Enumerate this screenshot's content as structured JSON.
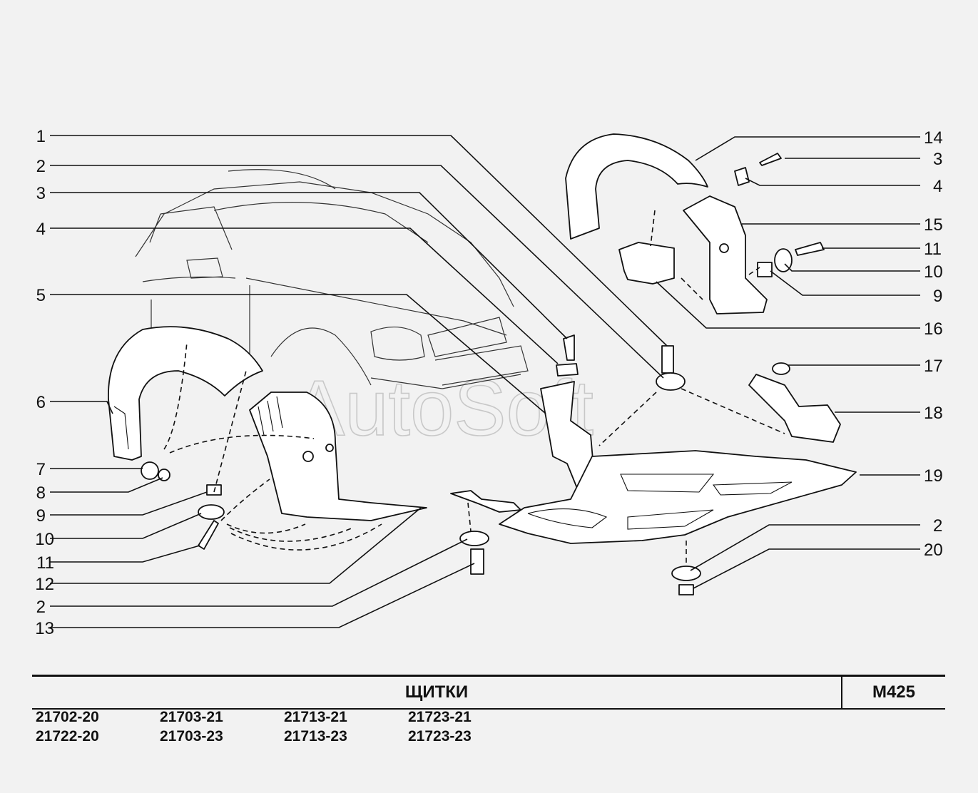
{
  "watermark": "AutoSoft",
  "title": "ЩИТКИ",
  "sheet_code": "M425",
  "models": [
    [
      "21702-20",
      "21722-20"
    ],
    [
      "21703-21",
      "21703-23"
    ],
    [
      "21713-21",
      "21713-23"
    ],
    [
      "21723-21",
      "21723-23"
    ]
  ],
  "callouts_left": [
    "1",
    "2",
    "3",
    "4",
    "5",
    "6",
    "7",
    "8",
    "9",
    "10",
    "11",
    "12",
    "2",
    "13"
  ],
  "callouts_right": [
    "14",
    "3",
    "4",
    "15",
    "11",
    "10",
    "9",
    "16",
    "17",
    "18",
    "19",
    "2",
    "20"
  ]
}
